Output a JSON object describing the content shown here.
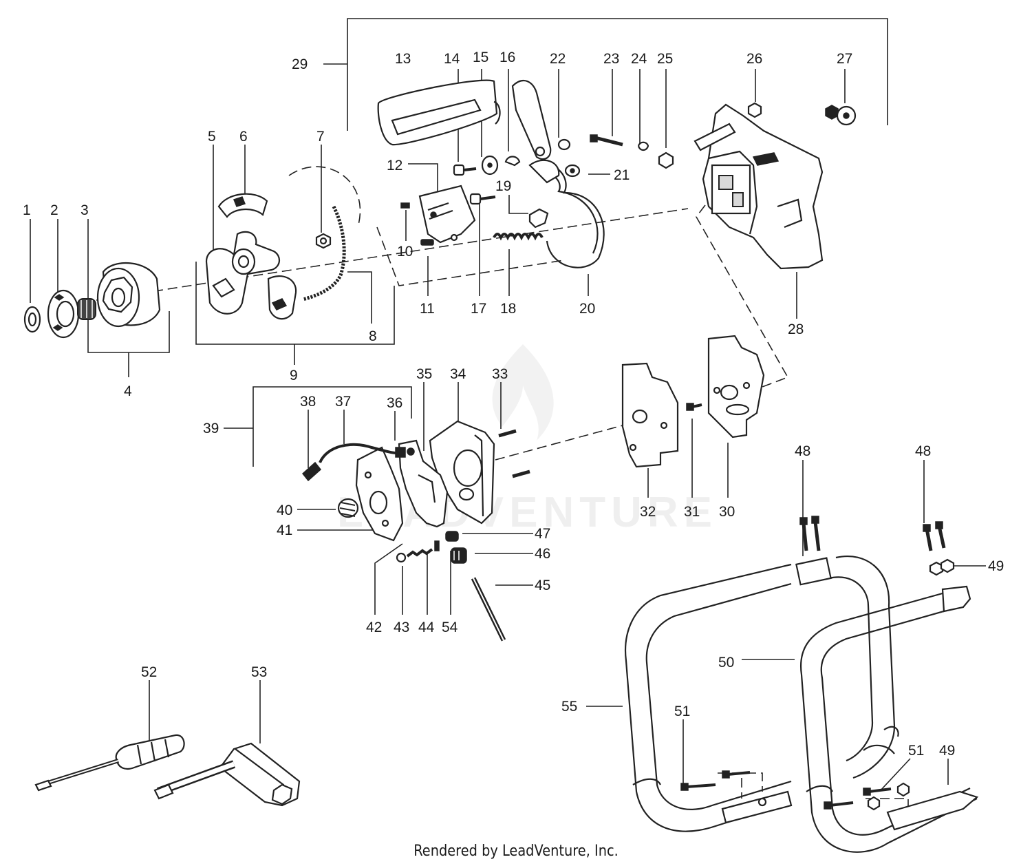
{
  "callouts": [
    "1",
    "2",
    "3",
    "4",
    "5",
    "6",
    "7",
    "8",
    "9",
    "10",
    "11",
    "12",
    "13",
    "14",
    "15",
    "16",
    "17",
    "18",
    "19",
    "20",
    "21",
    "22",
    "23",
    "24",
    "25",
    "26",
    "27",
    "28",
    "29",
    "30",
    "31",
    "32",
    "33",
    "34",
    "35",
    "36",
    "37",
    "38",
    "39",
    "40",
    "41",
    "42",
    "43",
    "44",
    "45",
    "46",
    "47",
    "48",
    "49",
    "50",
    "51",
    "52",
    "53",
    "54",
    "55"
  ],
  "callout_48_second": "48",
  "callout_49_second": "49",
  "callout_51_second": "51",
  "watermark": "LEADVENTURE",
  "footer": "Rendered by LeadVenture, Inc."
}
